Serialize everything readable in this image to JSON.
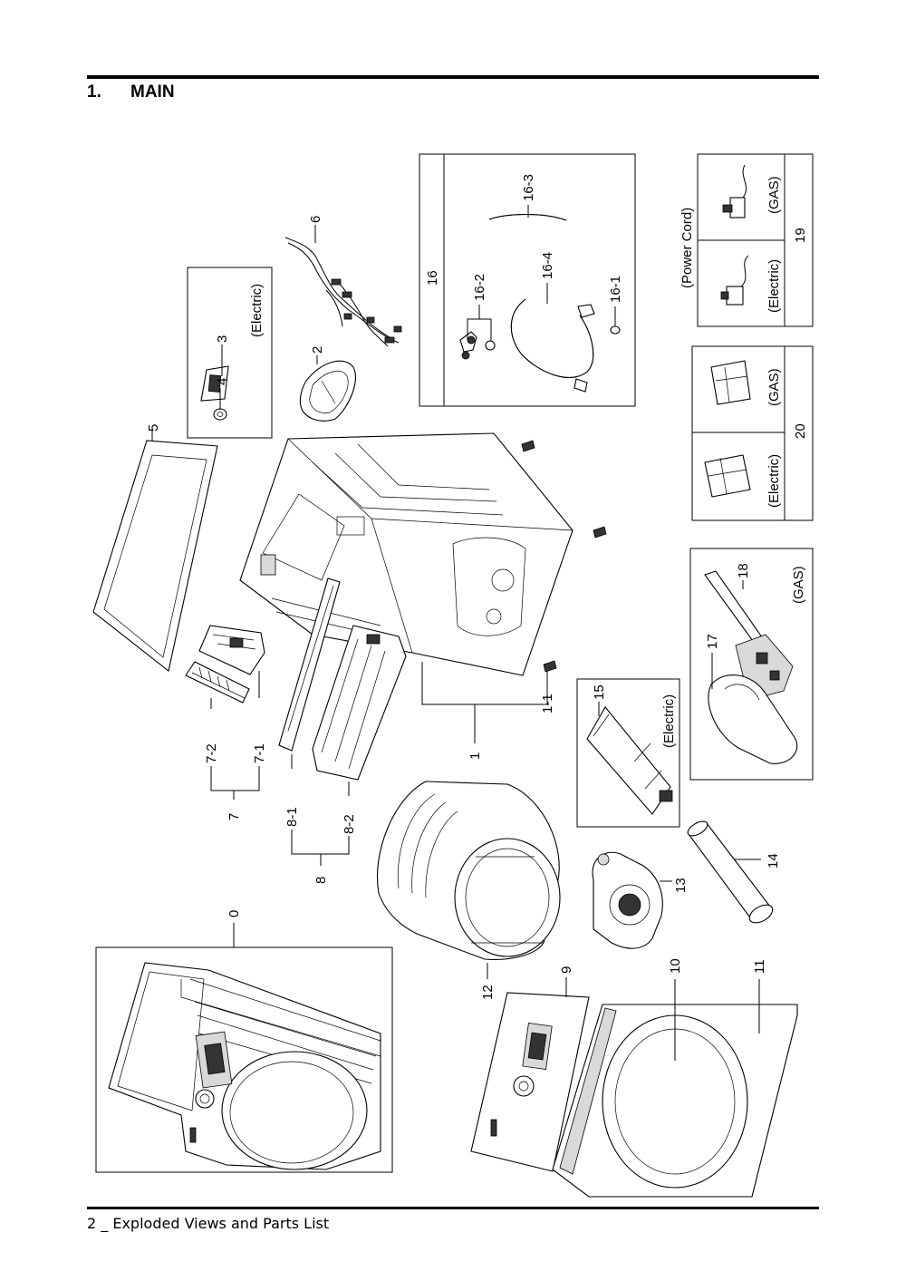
{
  "header": {
    "section_number": "1.",
    "section_title": "MAIN"
  },
  "footer": {
    "text": "2 _ Exploded Views and Parts List"
  },
  "callouts": {
    "c0": "0",
    "c1": "1",
    "c1_1": "1-1",
    "c2": "2",
    "c3": "3",
    "c4": "4",
    "c5": "5",
    "c6": "6",
    "c7": "7",
    "c7_1": "7-1",
    "c7_2": "7-2",
    "c8": "8",
    "c8_1": "8-1",
    "c8_2": "8-2",
    "c9": "9",
    "c10": "10",
    "c11": "11",
    "c12": "12",
    "c13": "13",
    "c14": "14",
    "c15": "15",
    "c16": "16",
    "c16_1": "16-1",
    "c16_2": "16-2",
    "c16_3": "16-3",
    "c16_4": "16-4",
    "c17": "17",
    "c18": "18",
    "c19": "19",
    "c20": "20"
  },
  "variants": {
    "electric": "(Electric)",
    "gas": "(GAS)",
    "power_cord": "(Power Cord)"
  }
}
